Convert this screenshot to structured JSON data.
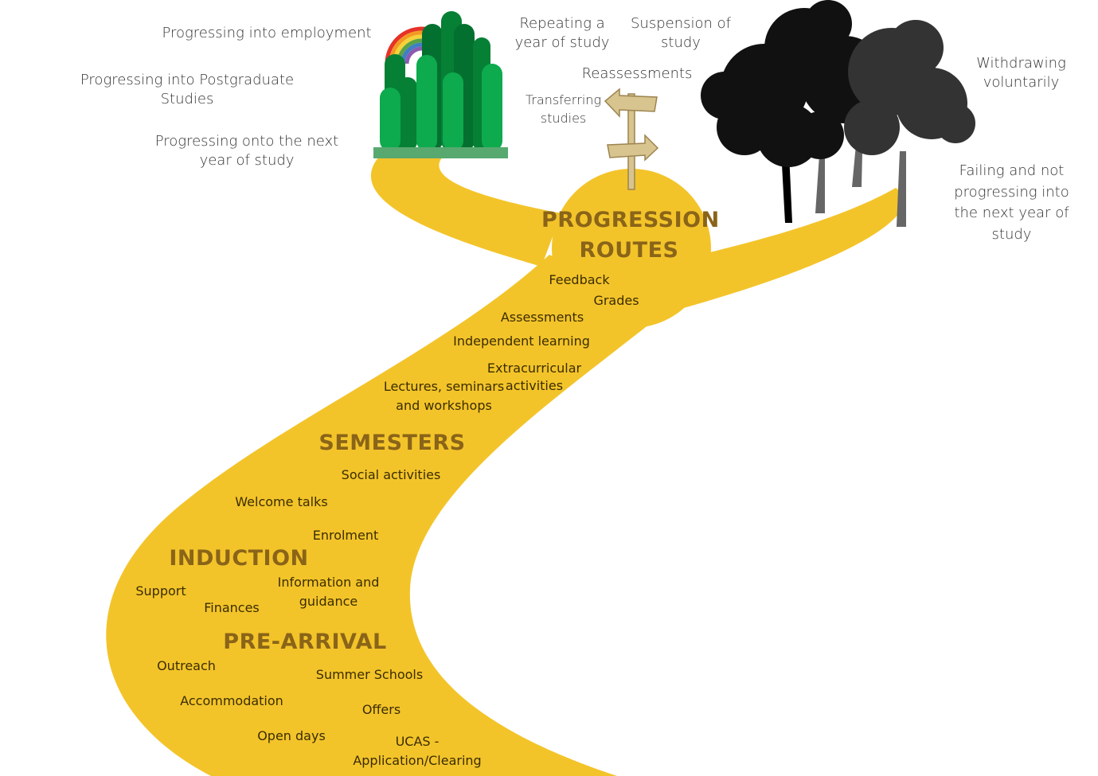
{
  "colors": {
    "road": "#F3C42A",
    "heading": "#8A6418",
    "city_light": "#0DAA4E",
    "city_dark": "#04702F",
    "city_base": "#58A96F",
    "sign": "#D8C48F"
  },
  "headings": {
    "progression": "PROGRESSION\nROUTES",
    "semesters": "SEMESTERS",
    "induction": "INDUCTION",
    "pre_arrival": "PRE-ARRIVAL"
  },
  "outcomes": {
    "employment": "Progressing into employment",
    "postgraduate": "Progressing into Postgraduate\nStudies",
    "next_year": "Progressing onto the next\nyear of study",
    "repeating": "Repeating a\nyear of study",
    "suspension": "Suspension of\nstudy",
    "reassessments": "Reassessments",
    "transferring": "Transferring\nstudies",
    "withdrawing": "Withdrawing\nvoluntarily",
    "failing": "Failing and not\nprogressing into\nthe next year of\nstudy"
  },
  "road_items": {
    "feedback": "Feedback",
    "grades": "Grades",
    "assessments": "Assessments",
    "independent": "Independent learning",
    "extracurricular": "Extracurricular\nactivities",
    "lectures": "Lectures, seminars\nand workshops",
    "social": "Social activities",
    "welcome": "Welcome talks",
    "enrolment": "Enrolment",
    "support": "Support",
    "information": "Information and\nguidance",
    "finances": "Finances",
    "outreach": "Outreach",
    "summer": "Summer Schools",
    "accommodation": "Accommodation",
    "offers": "Offers",
    "open_days": "Open days",
    "ucas": "UCAS -\nApplication/Clearing"
  }
}
